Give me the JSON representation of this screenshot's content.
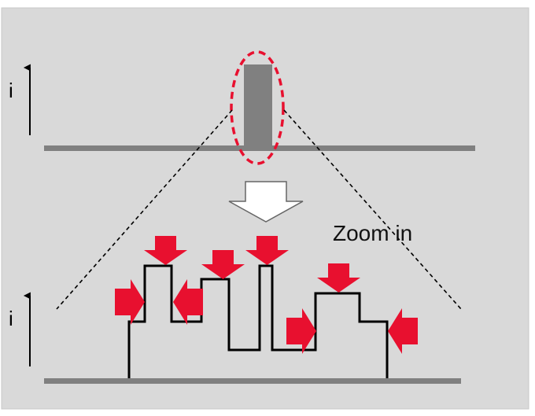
{
  "labels": {
    "top_axis": "i",
    "bottom_axis": "i",
    "zoom": "Zoom in"
  },
  "icons": {
    "axis_arrow": "up-arrow-icon",
    "zoom_arrow": "down-block-arrow-icon",
    "pointer": "red-block-arrow-icon"
  },
  "colors": {
    "panel_background": "#d9d9d9",
    "baseline": "#808080",
    "pulse_fill": "#808080",
    "highlight": "#e8102f",
    "arrow": "#e8102f",
    "trace": "#000000"
  }
}
